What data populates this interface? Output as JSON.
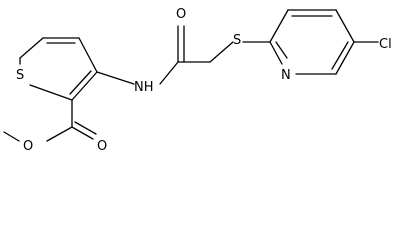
{
  "molecule": {
    "atoms": {
      "s_thiophene": "S",
      "nh": "NH",
      "o_amide": "O",
      "s_thioether": "S",
      "n_pyridine": "N",
      "cl": "Cl",
      "o_ester_carbonyl": "O",
      "o_ester_ether": "O"
    }
  }
}
